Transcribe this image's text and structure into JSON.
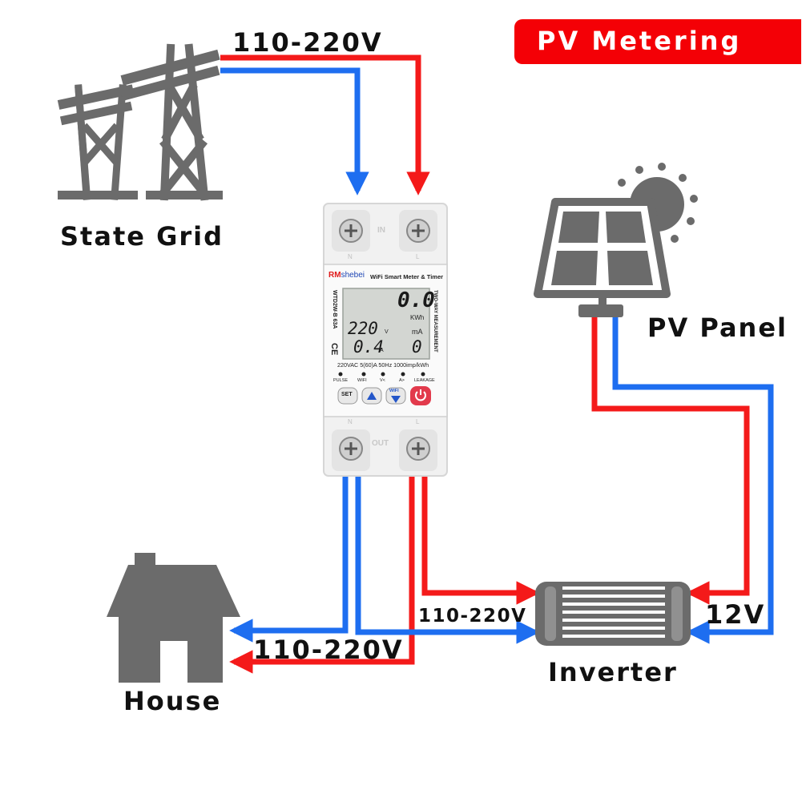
{
  "title": "PV Metering",
  "labels": {
    "state_grid": "State Grid",
    "pv_panel": "PV Panel",
    "house": "House",
    "inverter": "Inverter",
    "voltage_grid": "110-220V",
    "voltage_house": "110-220V",
    "voltage_inverter": "110-220V",
    "voltage_dc": "12V"
  },
  "meter": {
    "brand_rm": "RM",
    "brand_rest": "shebei",
    "product_name": "WiFi Smart Meter & Timer",
    "model": "WTD2W-B 63A",
    "ce_mark": "CE",
    "side_text": "TWO-WAY MEASUREMENT",
    "energy_value": "0.0",
    "energy_unit": "KWh",
    "voltage_value": "220",
    "voltage_unit": "V",
    "current_value": "0.4",
    "current_unit": "A",
    "leakage_unit": "mA",
    "leakage_value": "0",
    "spec_text": "220VAC 5(60)A 50Hz 1000imp/kWh",
    "indicators": [
      "PULSE",
      "WIFI",
      "V<",
      "A>",
      "LEAKAGE"
    ],
    "btn_set": "SET",
    "btn_wifi": "WIFI",
    "terminal_in": "IN",
    "terminal_out": "OUT",
    "term_n": "N",
    "term_l": "L"
  },
  "colors": {
    "accent_red": "#f40006",
    "wire_red": "#f41a1a",
    "wire_blue": "#1e6ef0",
    "icon_gray": "#6b6b6b"
  }
}
